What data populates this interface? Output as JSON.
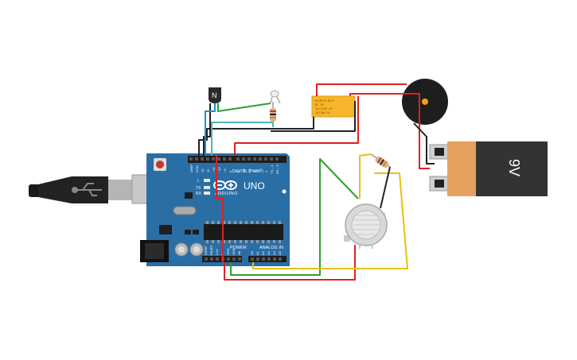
{
  "components": {
    "arduino": {
      "model": "UNO",
      "brand": "ARDUINO",
      "digital_label": "DIGITAL (PWM~)",
      "power_label": "POWER",
      "analog_label": "ANALOG IN",
      "digital_pins": [
        "AREF",
        "GND",
        "13",
        "12",
        "~11",
        "~10",
        "~9",
        "8",
        "7",
        "~6",
        "~5",
        "4",
        "~3",
        "2",
        "TX→1",
        "RX←0"
      ],
      "power_pins": [
        "IOREF",
        "RESET",
        "3.3V",
        "5V",
        "GND",
        "GND",
        "Vin"
      ],
      "analog_pins": [
        "A0",
        "A1",
        "A2",
        "A3",
        "A4",
        "A5"
      ],
      "led_labels": [
        "L",
        "TX",
        "RX"
      ]
    },
    "transistor": {
      "label": "N"
    },
    "relay": {
      "lines": [
        "OS2B-M-DCS",
        "DC 5V",
        "1A/125V AC",
        "2A/30V DC"
      ]
    },
    "battery": {
      "label": "9V"
    },
    "gas_sensor": {},
    "buzzer": {}
  },
  "colors": {
    "board": "#2a6ea6",
    "wire_red": "#e02020",
    "wire_black": "#222222",
    "wire_green": "#2ea02e",
    "wire_yellow": "#e8c20a",
    "wire_blue": "#1a8fd0",
    "relay": "#f7b52b",
    "battery_body": "#333333",
    "battery_label": "#e8a060"
  }
}
